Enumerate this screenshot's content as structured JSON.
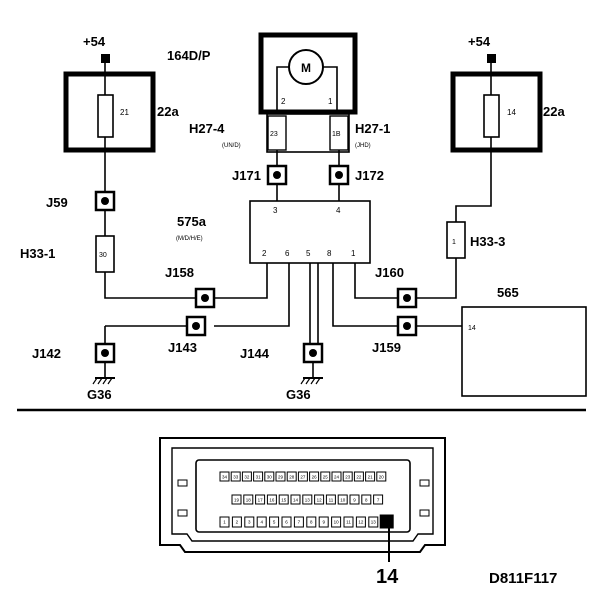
{
  "labels": {
    "supply_left": "+54",
    "supply_right": "+54",
    "motor_component": "164D/P",
    "motor_symbol": "M",
    "fuse_left_number": "21",
    "fuse_left_rating": "22a",
    "fuse_right_number": "14",
    "fuse_right_rating": "22a",
    "h27_4": "H27-4",
    "h27_4_sub": "(UN/D)",
    "h27_1": "H27-1",
    "h27_1_sub": "(JHD)",
    "h27_left_pin": "23",
    "h27_right_pin": "1B",
    "motor_pin_left": "2",
    "motor_pin_right": "1",
    "j171": "J171",
    "j172": "J172",
    "j59": "J59",
    "module": "575a",
    "module_sub": "(M/D/H/E)",
    "module_pin_3": "3",
    "module_pin_4": "4",
    "module_pin_2": "2",
    "module_pin_6": "6",
    "module_pin_5": "5",
    "module_pin_8": "8",
    "module_pin_1": "1",
    "h33_1": "H33-1",
    "h33_1_pin": "30",
    "h33_3": "H33-3",
    "h33_3_pin": "1",
    "j158": "J158",
    "j160": "J160",
    "j142": "J142",
    "j143": "J143",
    "j144": "J144",
    "j159": "J159",
    "unit_565": "565",
    "unit_565_pin": "14",
    "ground_left": "G36",
    "ground_mid": "G36",
    "connector_pin": "14",
    "figure_id": "D811F117"
  },
  "connector": {
    "row1_pins": [
      "34",
      "33",
      "32",
      "31",
      "30",
      "29",
      "28",
      "27",
      "26",
      "25",
      "24",
      "23",
      "22",
      "21",
      "20"
    ],
    "row2_pins": [
      "19",
      "18",
      "17",
      "16",
      "15",
      "14",
      "13",
      "12",
      "11",
      "10",
      "9",
      "8",
      "7"
    ],
    "row3_pins": [
      "1",
      "2",
      "3",
      "4",
      "5",
      "6",
      "7",
      "8",
      "9",
      "10",
      "11",
      "12",
      "13",
      "14"
    ],
    "highlighted_pin": "14"
  }
}
